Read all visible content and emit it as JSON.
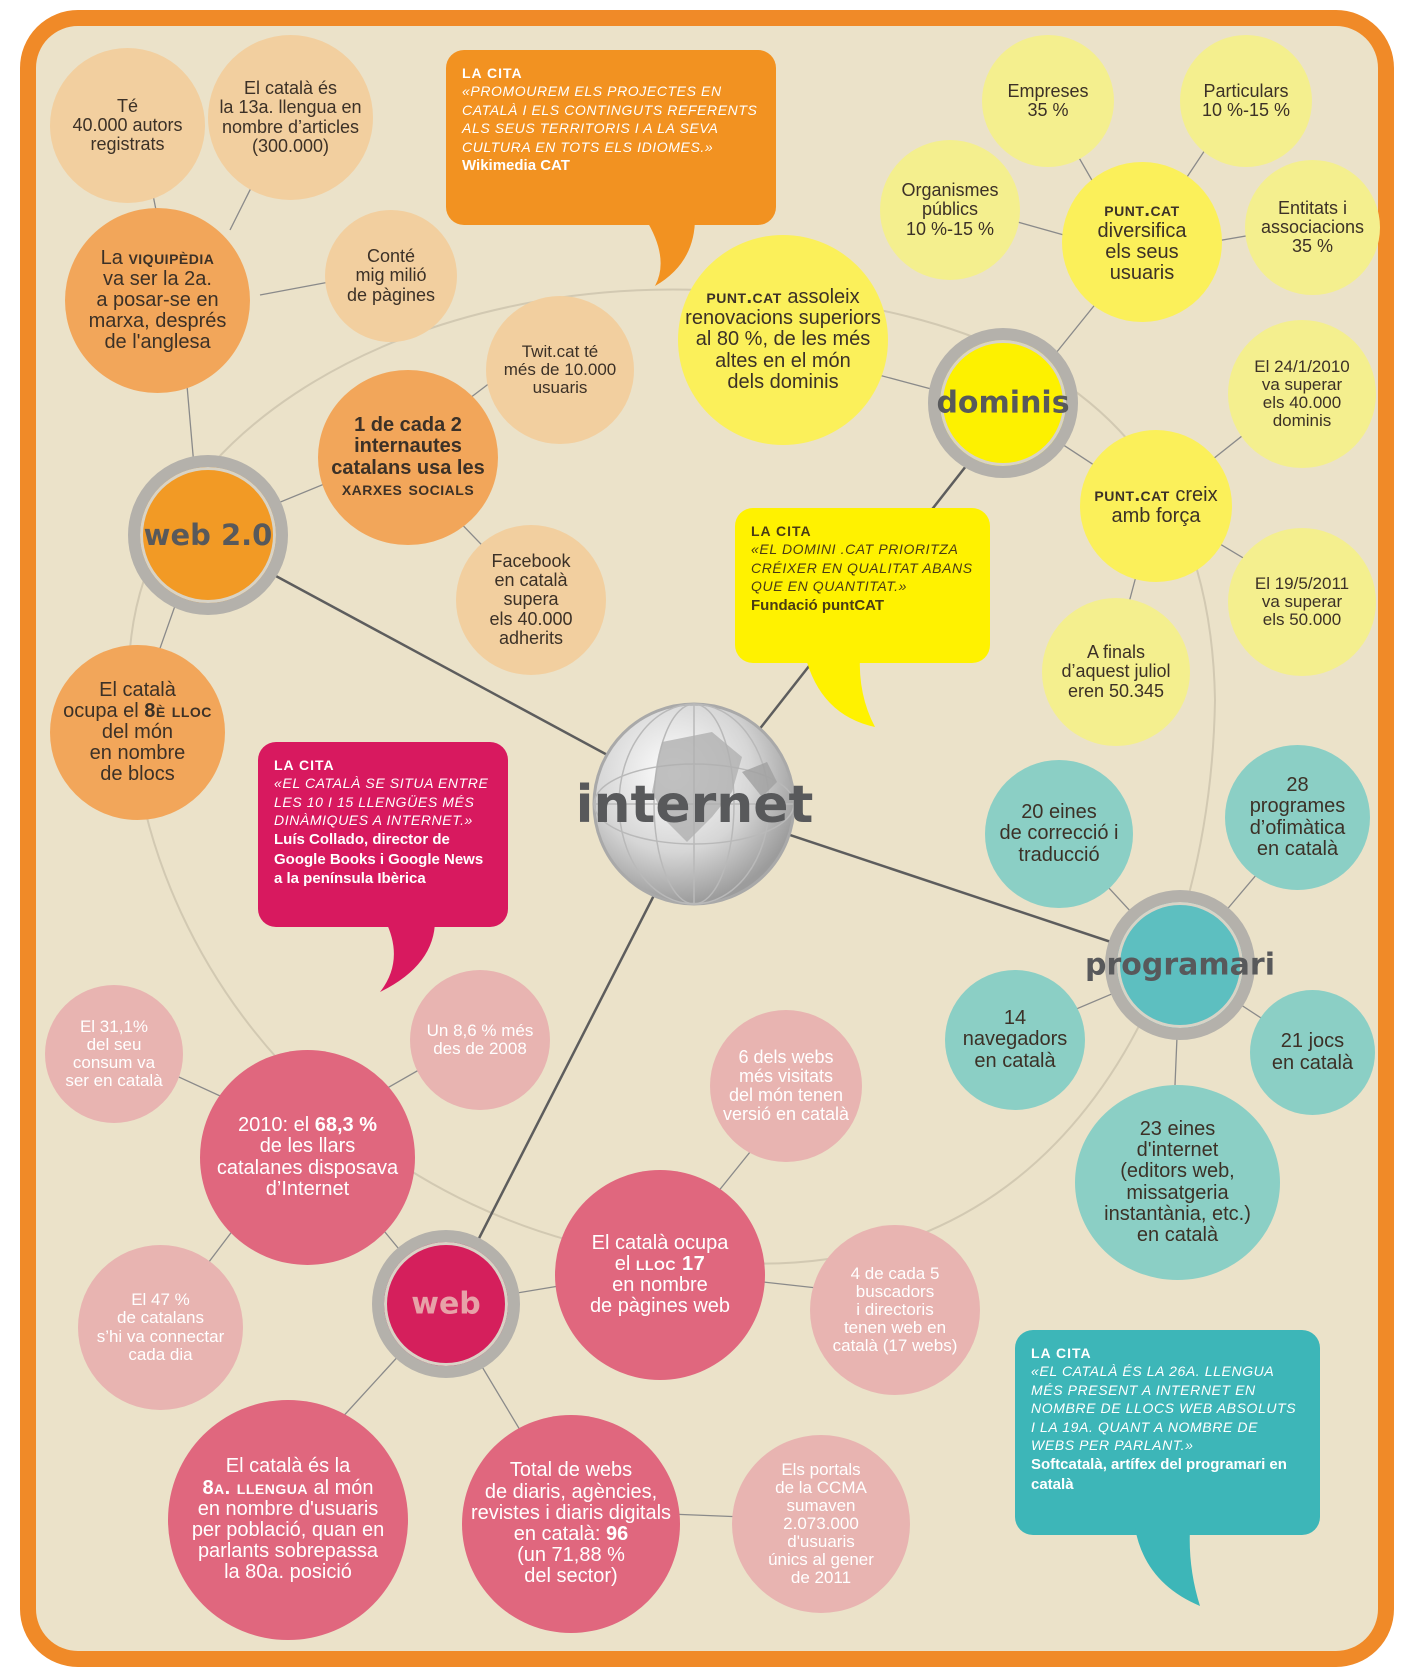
{
  "colors": {
    "frame": "#f08a28",
    "background": "#ebe2c9",
    "web20_light": "#f2cf9f",
    "web20_mid": "#f2a65a",
    "web20_hub": "#f29a25",
    "dominis_light": "#f4ef8e",
    "dominis_mid": "#fbf05a",
    "dominis_hub": "#fdf100",
    "programari_light": "#8bcfc5",
    "programari_hub": "#5dbfc0",
    "web_light": "#e8b4b1",
    "web_mid": "#e0677e",
    "web_hub": "#d51f5c",
    "quote_orange": "#f29221",
    "quote_yellow": "#fff200",
    "quote_magenta": "#d8195f",
    "quote_teal": "#3db6b8"
  },
  "hubs": {
    "internet": {
      "label": "internet",
      "icon": "globe-icon"
    },
    "web20": {
      "label": "web 2.0"
    },
    "dominis": {
      "label": "dominis"
    },
    "programari": {
      "label": "programari"
    },
    "web": {
      "label": "web"
    }
  },
  "web20": {
    "autors": "Té\n40.000 autors\nregistrats",
    "llengua13": "El català és\nla 13a. llengua en\nnombre d’articles\n(300.000)",
    "viquipedia": {
      "pre": "La ",
      "bold": "viquipèdia",
      "post": "\nva ser la 2a.\na posar-se en\nmarxa, després\nde l'anglesa"
    },
    "milio": "Conté\nmig milió\nde pàgines",
    "twitcat": "Twit.cat té\nmés de 10.000\nusuaris",
    "xarxes": {
      "pre": "1 de cada 2\ninternautes\ncatalans usa les\n",
      "bold": "xarxes socials"
    },
    "facebook": "Facebook\nen català\nsupera\nels 40.000\nadherits",
    "blocs": {
      "pre": "El català\nocupa el ",
      "bold": "8è lloc",
      "post": "\ndel món\nen nombre\nde blocs"
    }
  },
  "dominis": {
    "empreses": "Empreses\n35 %",
    "particulars": "Particulars\n10 %-15 %",
    "organismes": "Organismes\npúblics\n10 %-15 %",
    "diversifica": {
      "bold": "punt.cat",
      "post": "\ndiversifica\nels seus\nusuaris"
    },
    "entitats": "Entitats i\nassociacions\n35 %",
    "renovacions": {
      "bold": "punt.cat",
      "post": " assoleix\nrenovacions superiors\nal 80 %, de les més\naltes en el món\ndels dominis"
    },
    "data2010": "El 24/1/2010\nva superar\nels 40.000\ndominis",
    "creix": {
      "bold": "punt.cat",
      "post": " creix\namb força"
    },
    "data2011": "El 19/5/2011\nva superar\nels 50.000",
    "juliol": "A finals\nd’aquest juliol\neren 50.345"
  },
  "programari": {
    "eines20": "20 eines\nde correcció i\ntraducció",
    "ofimatica": "28\nprogrames\nd’ofimàtica\nen català",
    "navegadors": "14\nnavegadors\nen català",
    "jocs": "21 jocs\nen català",
    "internet23": "23 eines\nd'internet\n(editors web,\nmissatgeria\ninstantània, etc.)\nen català"
  },
  "web": {
    "consum": "El 31,1%\ndel seu\nconsum va\nser en català",
    "mes86": "Un 8,6 % més\ndes de 2008",
    "llars": {
      "pre": "2010: el ",
      "bold": "68,3 %",
      "post": "\nde les llars\ncatalanes disposava\nd’Internet"
    },
    "visitats": "6 dels webs\nmés visitats\ndel món tenen\nversió en català",
    "lloc17": {
      "pre": "El català ocupa\nel ",
      "bold": "lloc 17",
      "post": "\nen nombre\nde pàgines web"
    },
    "connectar": "El 47 %\nde catalans\ns’hi va connectar\ncada dia",
    "buscadors": "4 de cada 5\nbuscadors\ni directoris\ntenen web en\ncatalà (17 webs)",
    "llengua8a": {
      "pre": "El català és la\n",
      "bold": "8a. llengua",
      "post": " al món\nen nombre d'usuaris\nper població, quan en\nparlants sobrepassa\nla 80a. posició"
    },
    "diaris": {
      "pre": "Total de webs\nde diaris, agències,\nrevistes i diaris digitals\nen català: ",
      "bold": "96",
      "post": "\n(un 71,88 %\ndel sector)"
    },
    "ccma": "Els portals\nde la CCMA\nsumaven\n2.073.000\nd'usuaris\núnics al gener\nde 2011"
  },
  "quotes": {
    "wikimedia": {
      "heading": "LA CITA",
      "text": "«Promourem els projectes en català i els continguts referents als seus territoris i a la seva cultura en tots els idiomes.»",
      "source": "Wikimedia CAT"
    },
    "puntcat": {
      "heading": "LA CITA",
      "text": "«El domini .cat prioritza créixer en qualitat abans que en quantitat.»",
      "source": "Fundació puntCAT"
    },
    "collado": {
      "heading": "LA CITA",
      "text": "«El català se situa entre les 10 i 15 llengües més dinàmiques a internet.»",
      "source": "Luís Collado, director de Google Books i Google News a la península Ibèrica"
    },
    "softcatala": {
      "heading": "LA CITA",
      "text": "«El català és la 26a. llengua més present a internet en nombre de llocs web absoluts i la 19a. quant a nombre de webs per parlant.»",
      "source": "Softcatalà, artífex del programari en català"
    }
  }
}
